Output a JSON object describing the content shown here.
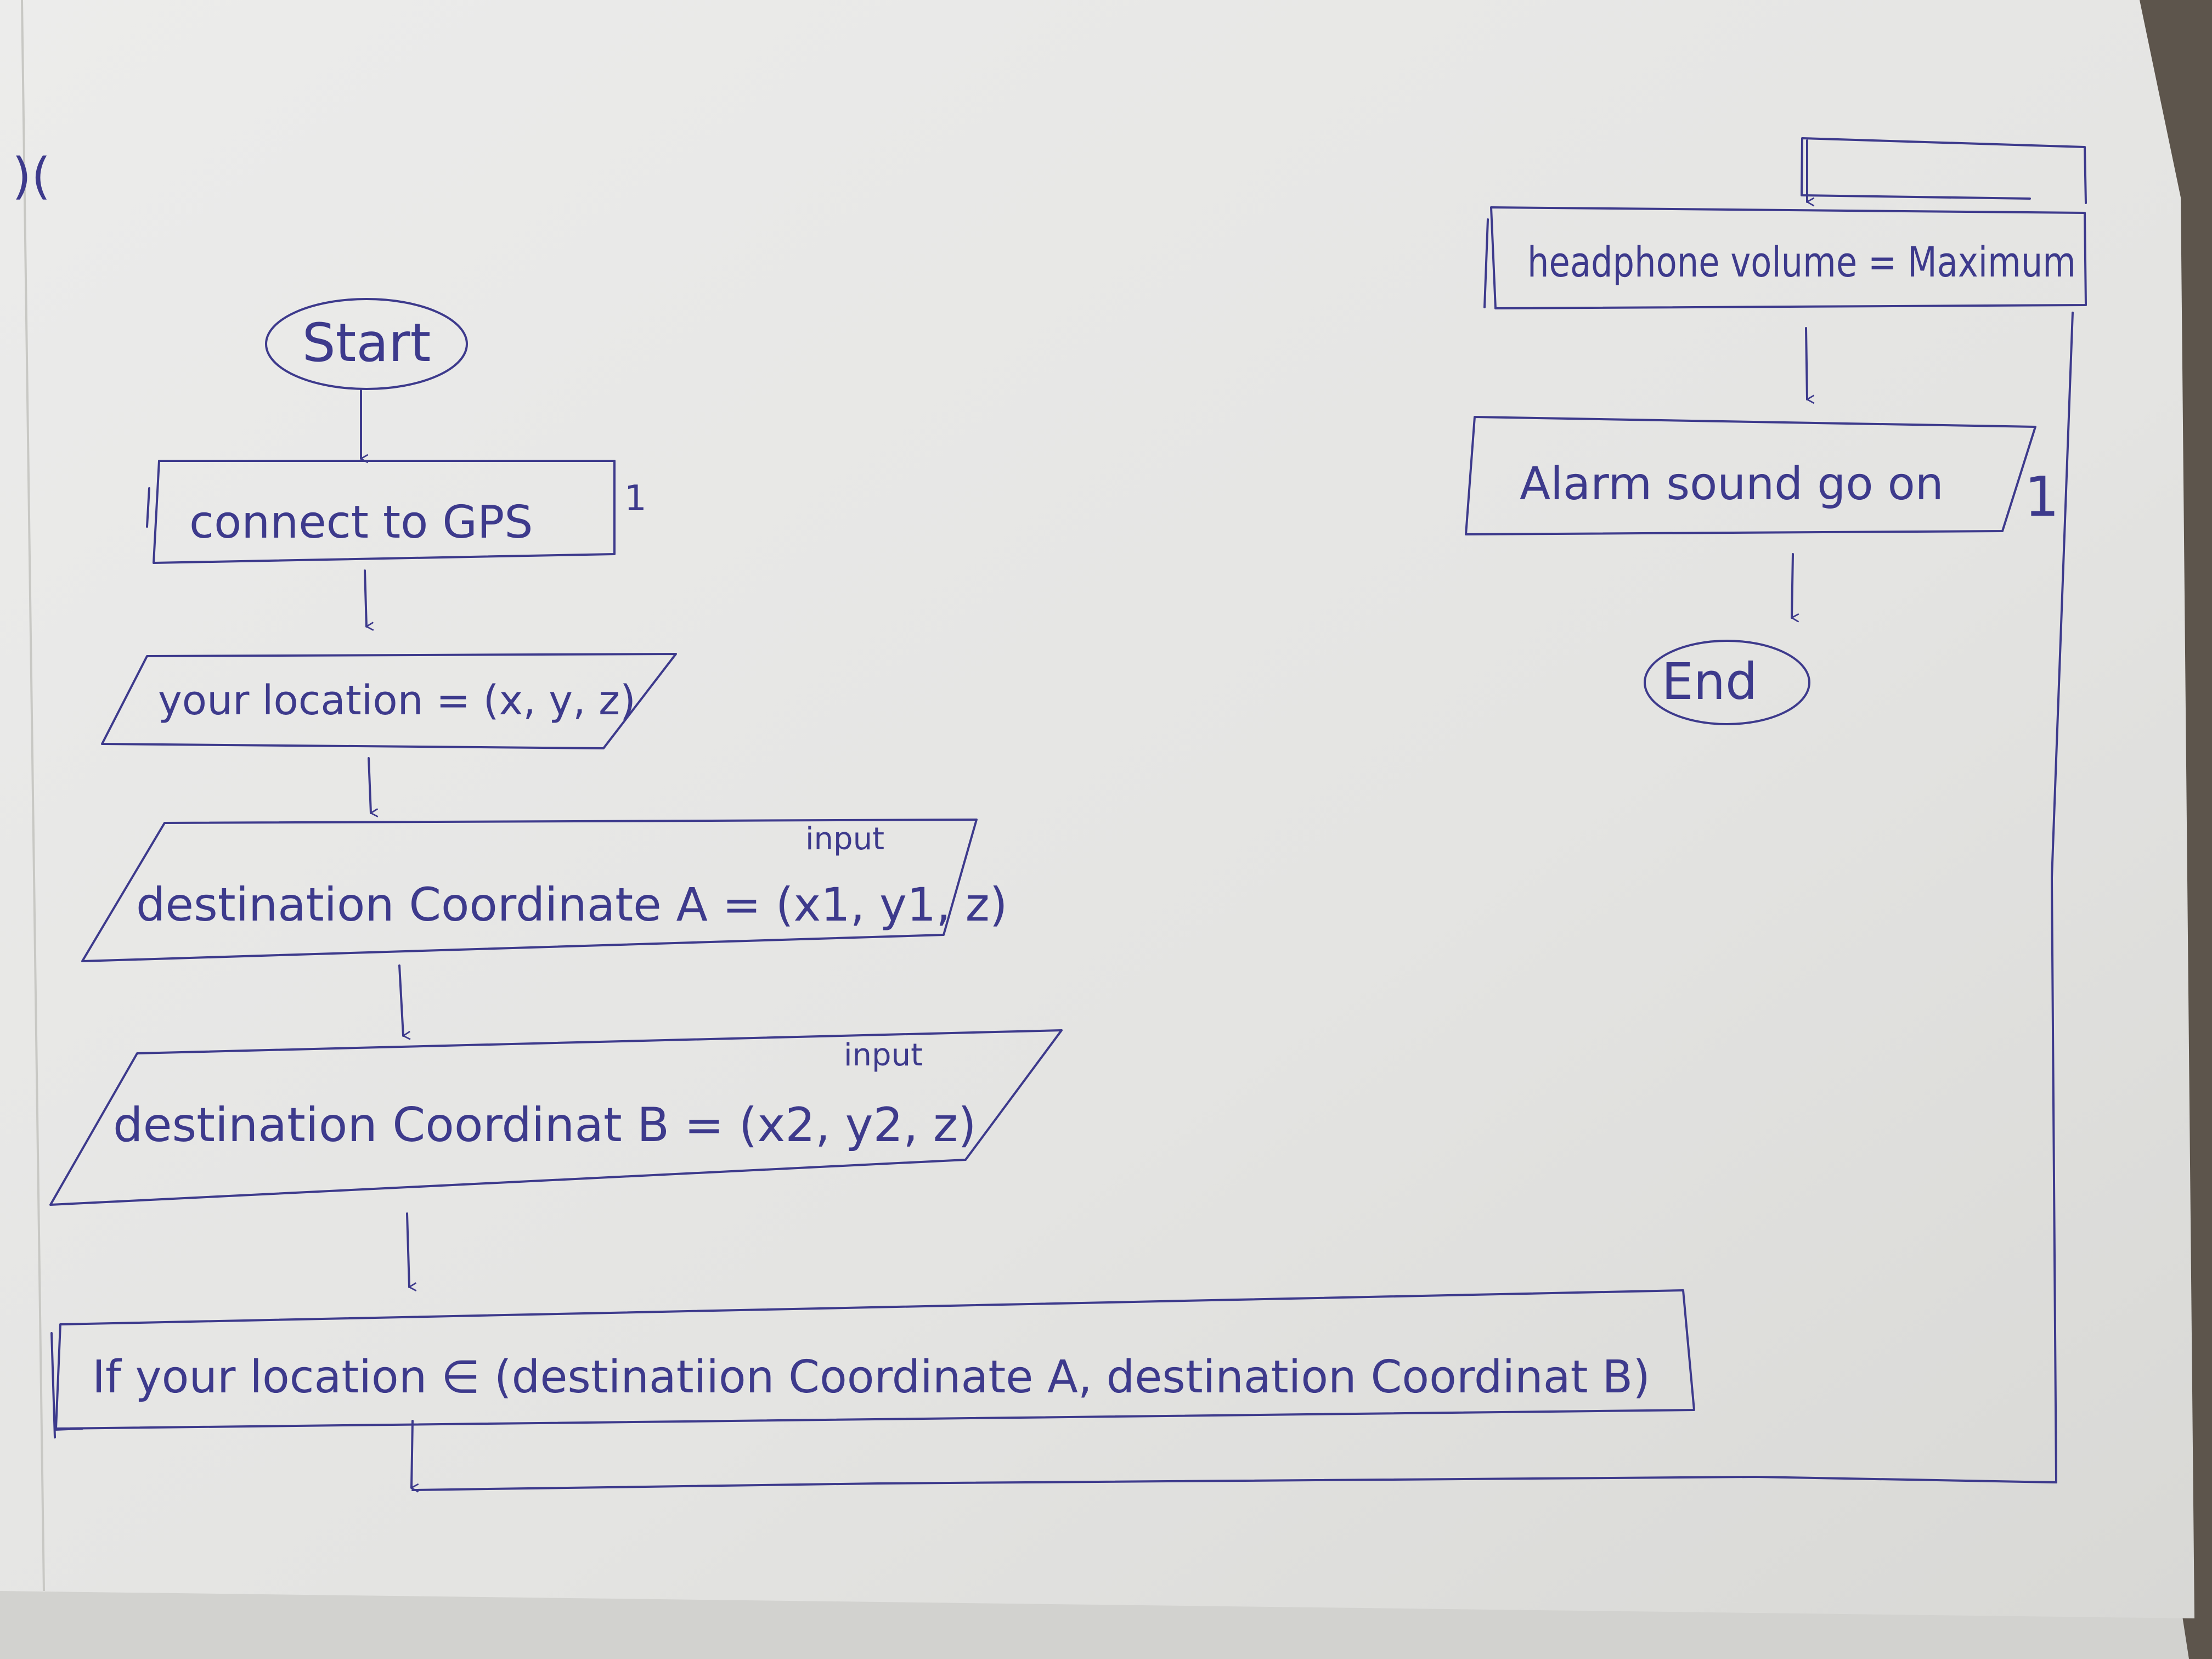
{
  "flowchart": {
    "corner_mark": ")(",
    "start_label": "Start",
    "connect_label": "connect to GPS",
    "connect_mark": "1",
    "location_label": "your location = (x, y, z)",
    "dest_a_note": "input",
    "dest_a_label": "destination Coordinate A = (x1, y1, z)",
    "dest_b_note": "input",
    "dest_b_label": "destination Coordinat B = (x2, y2, z)",
    "condition_label": "If your location ∈ (destinatiion Coordinate A, destination Coordinat B)",
    "headphone_label": "headphone volume = Maximum",
    "alarm_label": "Alarm sound go on",
    "alarm_mark": "1",
    "end_label": "End"
  },
  "colors": {
    "ink": "#3d3a8c",
    "paper": "#e8e8e6",
    "paper_shadow": "#cfcfcc",
    "background": "#5d554c"
  }
}
